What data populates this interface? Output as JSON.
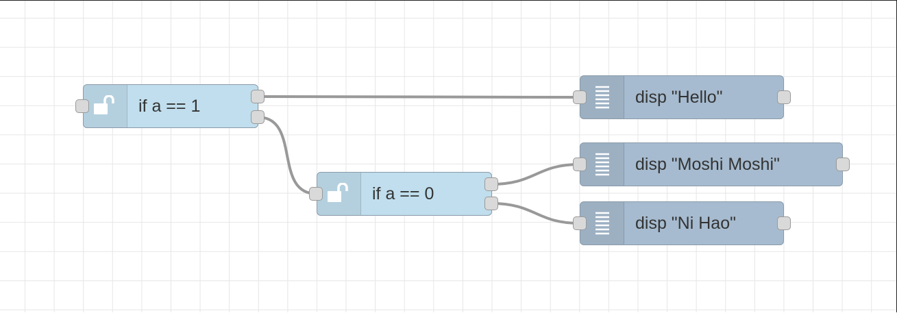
{
  "canvas": {
    "grid_color": "#e6e6e6",
    "wire_color": "#999999"
  },
  "nodes": {
    "switch_1": {
      "label": "if a == 1",
      "icon": "unlock-icon",
      "color": "#c0deed"
    },
    "switch_2": {
      "label": "if a == 0",
      "icon": "unlock-icon",
      "color": "#c0deed"
    },
    "debug_hello": {
      "label": "disp \"Hello\"",
      "icon": "list-icon",
      "color": "#a6bbcf"
    },
    "debug_moshi": {
      "label": "disp \"Moshi Moshi\"",
      "icon": "list-icon",
      "color": "#a6bbcf"
    },
    "debug_nihao": {
      "label": "disp \"Ni Hao\"",
      "icon": "list-icon",
      "color": "#a6bbcf"
    }
  }
}
